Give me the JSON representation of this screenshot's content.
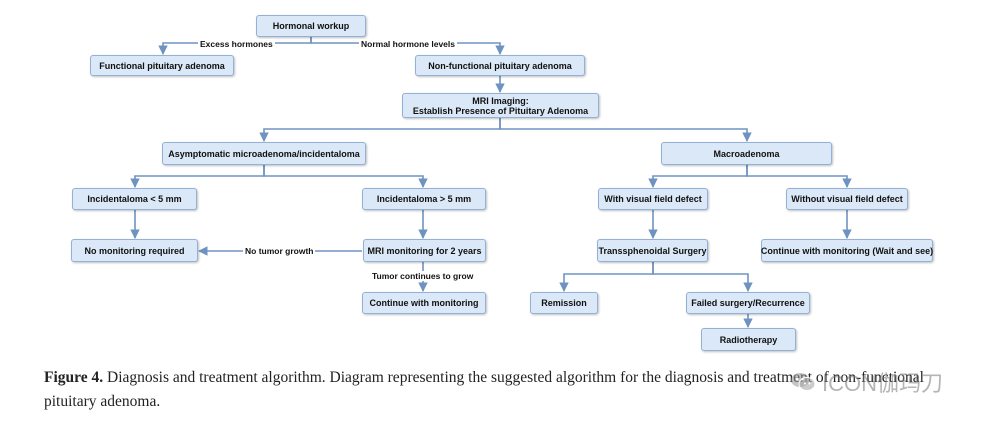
{
  "diagram": {
    "nodes": {
      "hormonal_workup": "Hormonal workup",
      "functional": "Functional pituitary adenoma",
      "nonfunctional": "Non-functional pituitary adenoma",
      "mri_line1": "MRI Imaging:",
      "mri_line2": "Establish Presence of Pituitary Adenoma",
      "asymptomatic": "Asymptomatic microadenoma/incidentaloma",
      "macroadenoma": "Macroadenoma",
      "incid_lt5": "Incidentaloma < 5 mm",
      "incid_gt5": "Incidentaloma > 5 mm",
      "no_monitoring": "No monitoring required",
      "mri_monitoring": "MRI monitoring for 2 years",
      "continue_monitoring": "Continue with monitoring",
      "with_vfd": "With visual field defect",
      "without_vfd": "Without visual field defect",
      "transsphenoidal": "Transsphenoidal Surgery",
      "continue_wait": "Continue with monitoring (Wait and see)",
      "remission": "Remission",
      "failed_surgery": "Failed surgery/Recurrence",
      "radiotherapy": "Radiotherapy"
    },
    "edge_labels": {
      "excess": "Excess hormones",
      "normal": "Normal hormone levels",
      "no_growth": "No tumor growth",
      "growth": "Tumor continues to grow"
    }
  },
  "caption": {
    "label": "Figure 4.",
    "text": " Diagnosis and treatment algorithm. Diagram representing the suggested algorithm for the diagnosis and treatment of non-functional pituitary adenoma."
  },
  "watermark": {
    "text": "ICON伽玛刀",
    "icon": "wechat-logo"
  }
}
